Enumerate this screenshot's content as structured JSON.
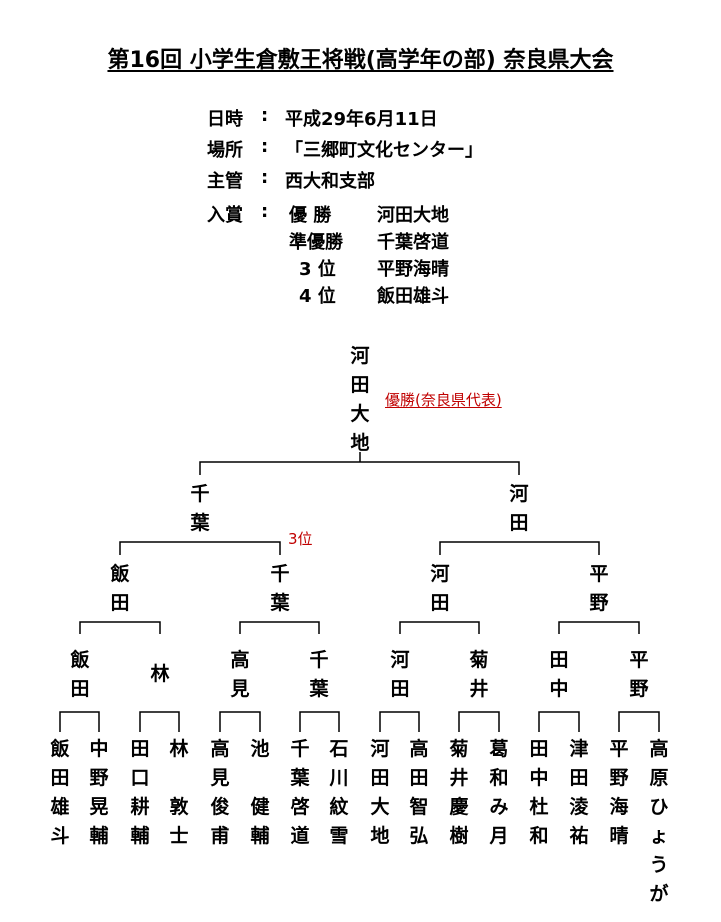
{
  "title": "第16回 小学生倉敷王将戦(高学年の部)  奈良県大会",
  "info": {
    "date": {
      "label": "日時",
      "colon": ":",
      "value": "平成29年6月11日"
    },
    "place": {
      "label": "場所",
      "colon": ":",
      "value": "「三郷町文化センター」"
    },
    "host": {
      "label": "主管",
      "colon": ":",
      "value": "西大和支部"
    },
    "awards": {
      "label": "入賞",
      "colon": ":",
      "items": [
        {
          "rank": "優 勝",
          "name": "河田大地"
        },
        {
          "rank": "準優勝",
          "name": "千葉啓道"
        },
        {
          "rank": "3 位",
          "name": "平野海晴"
        },
        {
          "rank": "4 位",
          "name": "飯田雄斗"
        }
      ]
    }
  },
  "bracket": {
    "champion": {
      "name": "河田大地",
      "note": "優勝(奈良県代表)"
    },
    "final": [
      "千葉",
      "河田"
    ],
    "final_note": "3位",
    "semi": [
      "飯田",
      "千葉",
      "河田",
      "平野"
    ],
    "quarter": [
      "飯田",
      "林",
      "高見",
      "千葉",
      "河田",
      "菊井",
      "田中",
      "平野"
    ],
    "players": [
      "飯田雄斗",
      "中野晃輔",
      "田口耕輔",
      "林敦士",
      "高見俊甫",
      "池健輔",
      "千葉啓道",
      "石川紋雪",
      "河田大地",
      "高田智弘",
      "菊井慶樹",
      "葛和み月",
      "田中杜和",
      "津田淩祐",
      "平野海晴",
      "高原ひょうが"
    ]
  },
  "colors": {
    "note": "#c00000",
    "line": "#000000"
  }
}
